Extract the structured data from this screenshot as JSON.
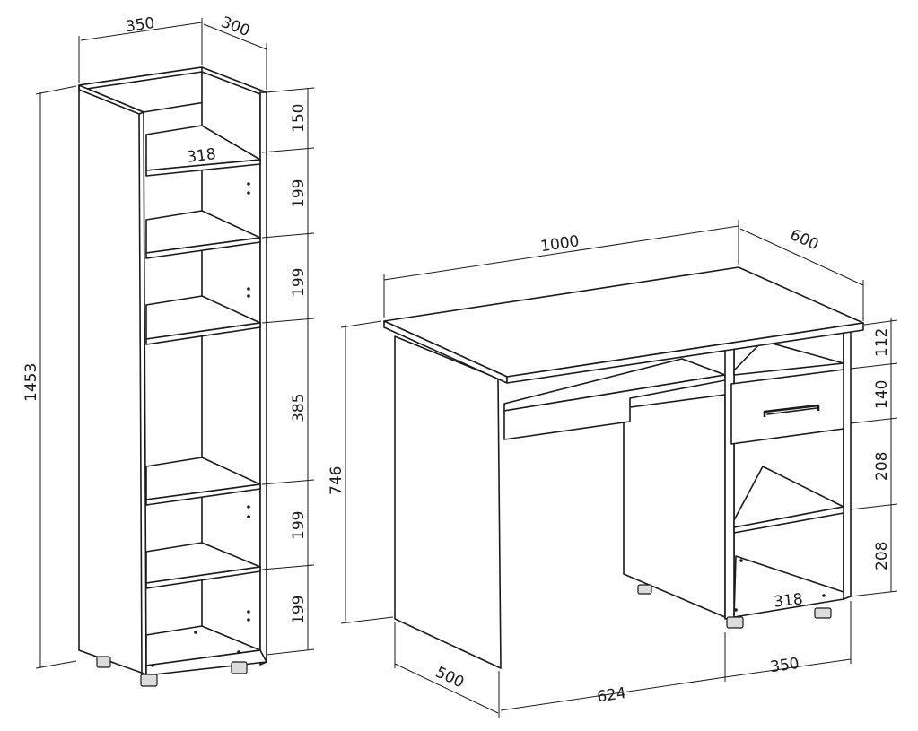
{
  "cabinet": {
    "width": "350",
    "depth": "300",
    "height": "1453",
    "inner_width": "318",
    "sections": [
      "150",
      "199",
      "199",
      "385",
      "199",
      "199"
    ]
  },
  "desk": {
    "width": "1000",
    "depth": "600",
    "height": "746",
    "side_depth": "500",
    "legroom_width": "624",
    "pedestal_width": "350",
    "inner_width": "318",
    "sections": [
      "112",
      "140",
      "208",
      "208"
    ]
  }
}
